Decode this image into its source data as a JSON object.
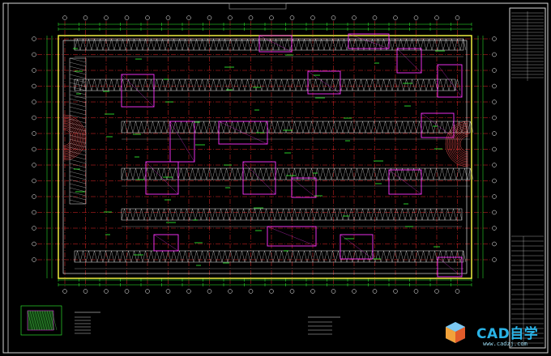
{
  "drawing": {
    "note_title": "地下车库平面图",
    "legend_title": "图例说明"
  },
  "watermark": {
    "brand": "CAD自学",
    "url": "www.cadzj.com"
  },
  "colors": {
    "background": "#000000",
    "axis_lines": "#ff2a2a",
    "walls": "#ffffff",
    "parking": "#e8e8e8",
    "equipment": "#ff33ff",
    "annotations": "#33ff33",
    "outline": "#ffff44",
    "frame": "#d8d8d8",
    "brand": "#2ab3e6"
  }
}
